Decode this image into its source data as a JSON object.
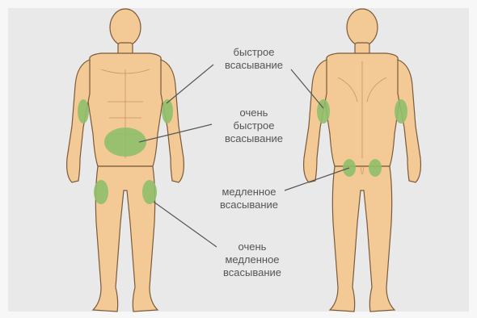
{
  "labels": {
    "fast": "быстрое\nвсасывание",
    "very_fast": "очень\nбыстрое\nвсасывание",
    "slow": "медленное\nвсасывание",
    "very_slow": "очень\nмедленное\nвсасывание"
  },
  "colors": {
    "background": "#e9e9e9",
    "skin": "#f3c995",
    "skin_outline": "#7a5a3a",
    "zone": "#8fbf6a",
    "text": "#555555",
    "leader": "#555555"
  }
}
